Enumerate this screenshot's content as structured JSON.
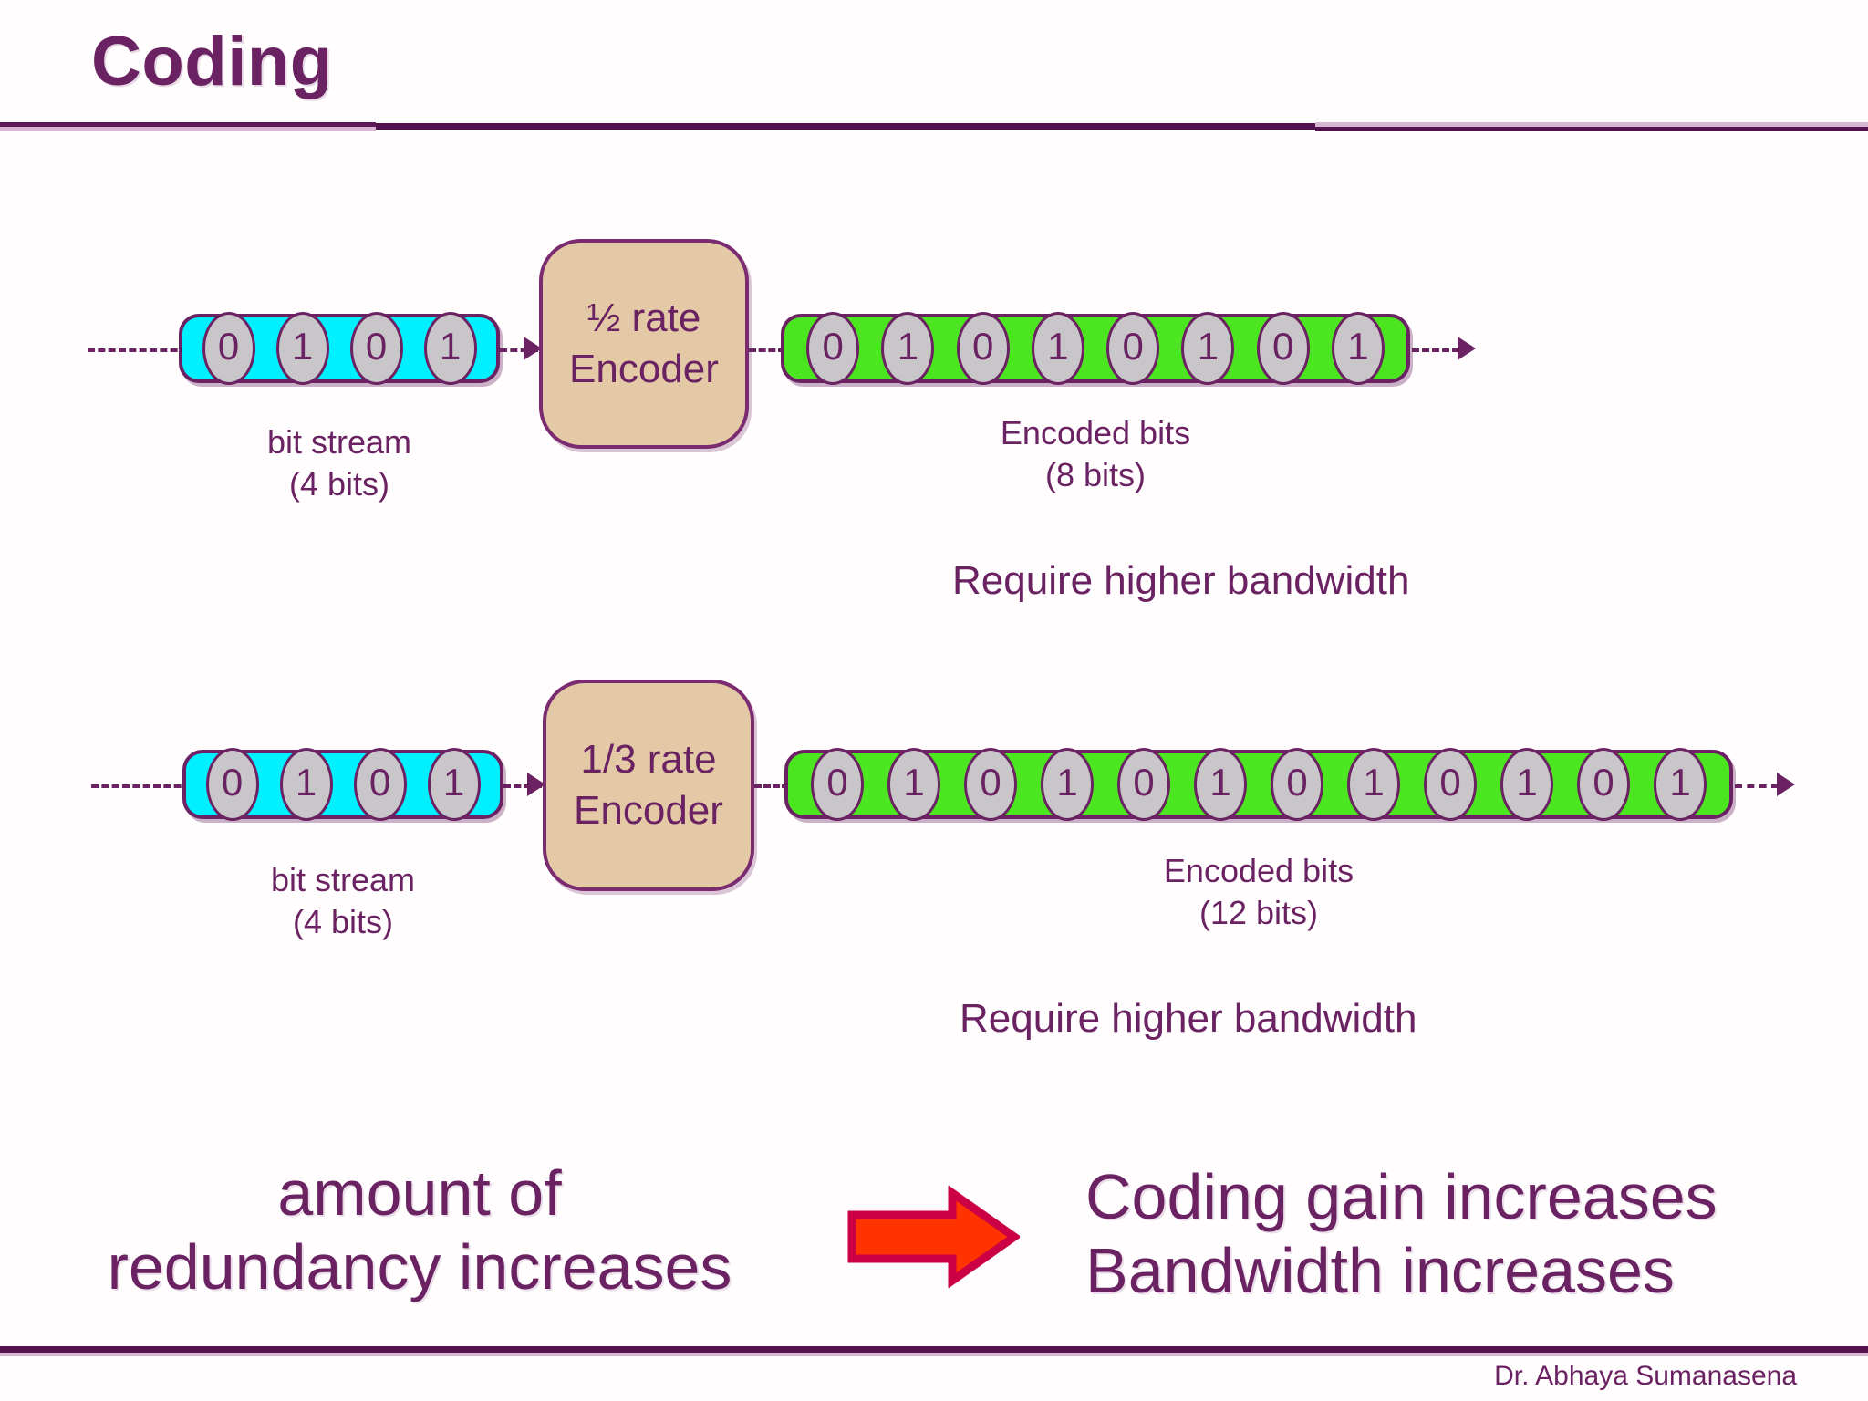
{
  "slide": {
    "title": "Coding",
    "footer_credit": "Dr. Abhaya Sumanasena"
  },
  "colors": {
    "accent_purple": "#6B2263",
    "rule_dark": "#54124E",
    "rule_light": "#D9B6D4",
    "bitstream_fill": "#00F0FF",
    "encoded_fill": "#4CE620",
    "bit_cell_fill": "#C8C6C9",
    "encoder_fill": "#E3C9A6",
    "arrow_fill": "#FF3300",
    "arrow_stroke": "#CC0044"
  },
  "rows": [
    {
      "id": "half-rate",
      "input": {
        "bits": [
          "0",
          "1",
          "0",
          "1"
        ],
        "caption_line1": "bit stream",
        "caption_line2": "(4 bits)"
      },
      "encoder": {
        "line1": "½ rate",
        "line2": "Encoder"
      },
      "output": {
        "bits": [
          "0",
          "1",
          "0",
          "1",
          "0",
          "1",
          "0",
          "1"
        ],
        "caption_line1": "Encoded bits",
        "caption_line2": "(8 bits)"
      },
      "note": "Require higher bandwidth"
    },
    {
      "id": "third-rate",
      "input": {
        "bits": [
          "0",
          "1",
          "0",
          "1"
        ],
        "caption_line1": "bit stream",
        "caption_line2": "(4 bits)"
      },
      "encoder": {
        "line1": "1/3 rate",
        "line2": "Encoder"
      },
      "output": {
        "bits": [
          "0",
          "1",
          "0",
          "1",
          "0",
          "1",
          "0",
          "1",
          "0",
          "1",
          "0",
          "1"
        ],
        "caption_line1": "Encoded bits",
        "caption_line2": "(12 bits)"
      },
      "note": "Require higher bandwidth"
    }
  ],
  "conclusion": {
    "left_line1": "amount of",
    "left_line2": "redundancy increases",
    "arrow_icon": "right-arrow-icon",
    "right_line1": "Coding gain increases",
    "right_line2": "Bandwidth increases"
  }
}
